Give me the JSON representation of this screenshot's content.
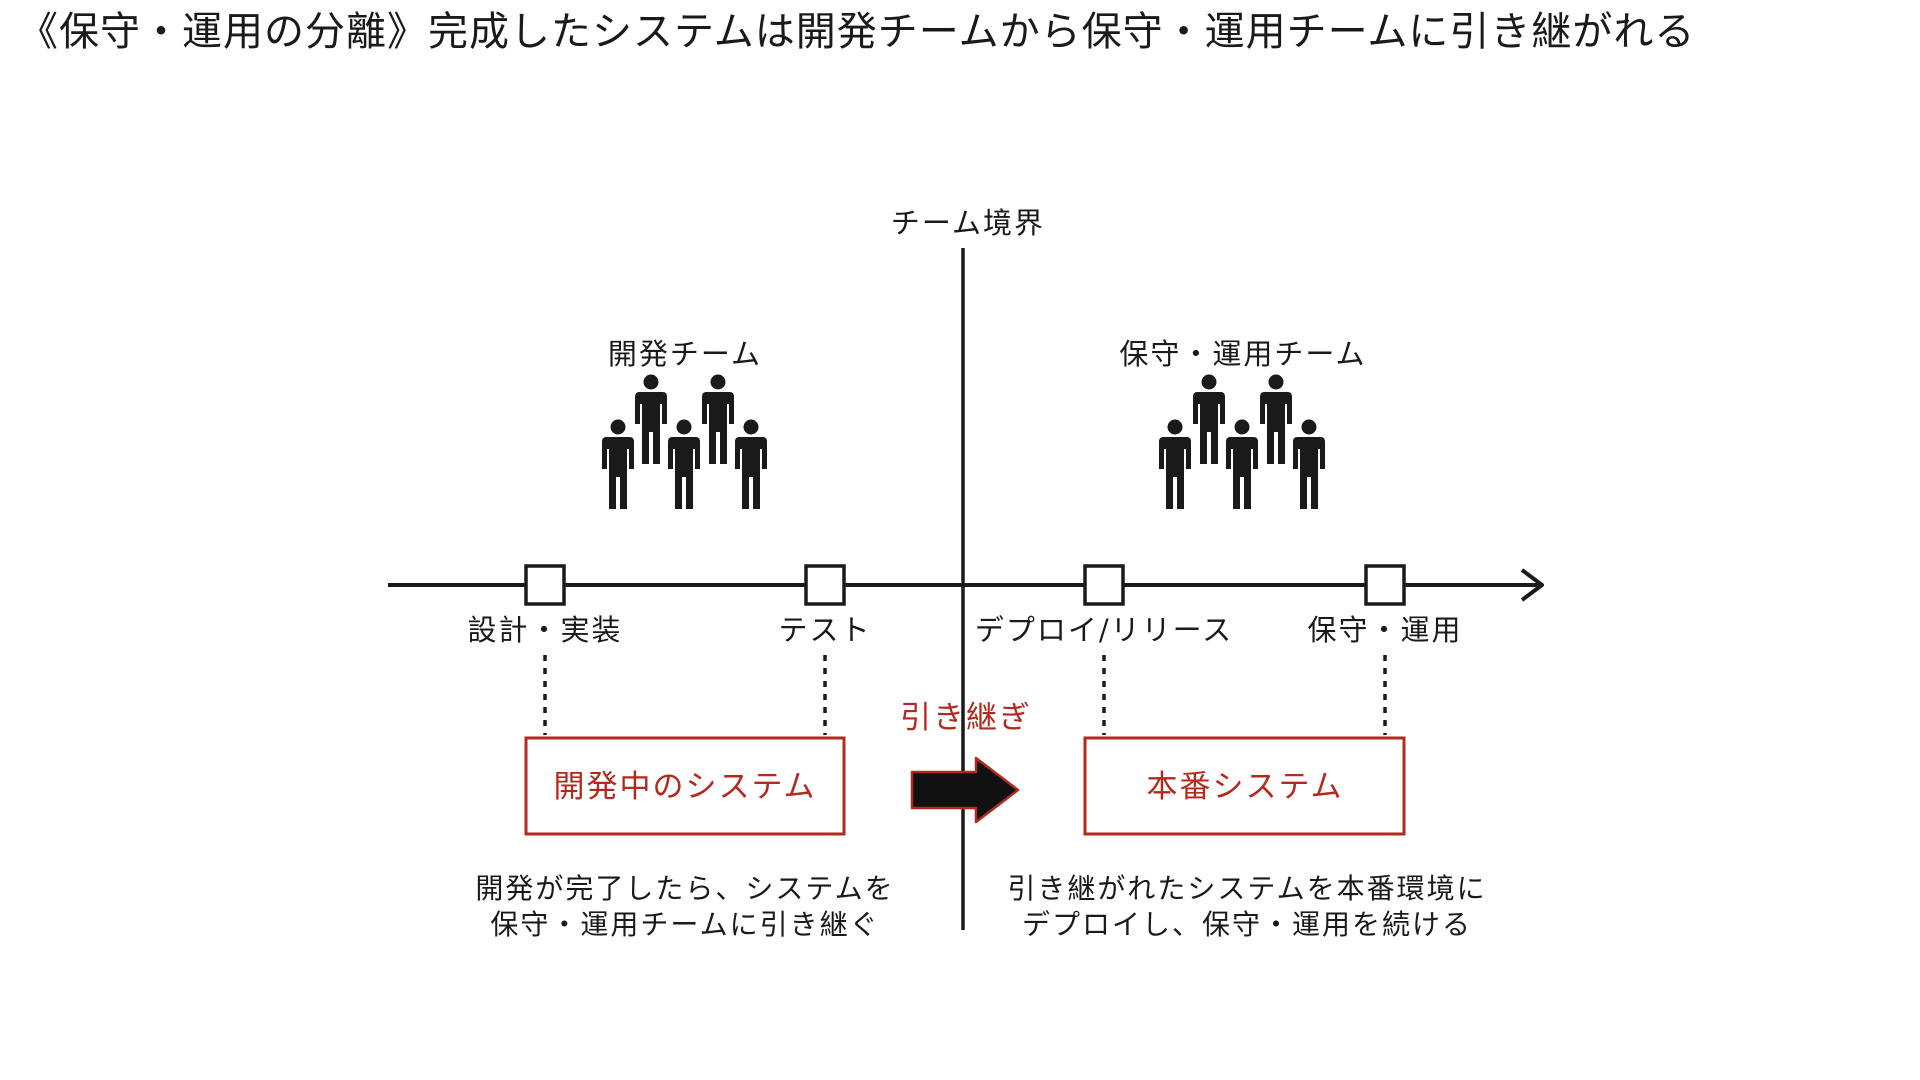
{
  "title": "《保守・運用の分離》完成したシステムは開発チームから保守・運用チームに引き継がれる",
  "diagram": {
    "boundary_label": "チーム境界",
    "teams": {
      "dev": "開発チーム",
      "ops": "保守・運用チーム"
    },
    "timeline_steps": [
      "設計・実装",
      "テスト",
      "デプロイ/リリース",
      "保守・運用"
    ],
    "dev_system_label": "開発中のシステム",
    "prod_system_label": "本番システム",
    "handover_label": "引き継ぎ",
    "dev_note": [
      "開発が完了したら、システムを",
      "保守・運用チームに引き継ぐ"
    ],
    "ops_note": [
      "引き継がれたシステムを本番環境に",
      "デプロイし、保守・運用を続ける"
    ],
    "colors": {
      "line": "#1a1a1a",
      "accent_red": "#b22a1e"
    },
    "icons": [
      "people-group-icon",
      "arrow-right-icon"
    ]
  }
}
